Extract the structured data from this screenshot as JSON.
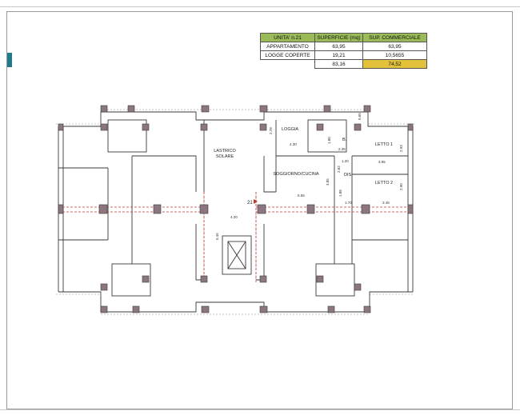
{
  "colors": {
    "header_fill": "#9bbb59",
    "highlight_fill": "#e2c23a",
    "accent_bar": "#1f7a8c",
    "pillar_fill": "#8c7680",
    "beam_red": "#c0392b",
    "wall_line": "#3a3a3a"
  },
  "table": {
    "headers": [
      "UNITA' n.21",
      "SUPERFICIE (mq)",
      "SUP. COMMERCIALE"
    ],
    "rows": [
      [
        "APPARTAMENTO",
        "63,95",
        "63,95"
      ],
      [
        "LOGGE COPERTE",
        "19,21",
        "10,5655"
      ],
      [
        "",
        "83,16",
        "74,52"
      ]
    ]
  },
  "plan": {
    "rooms": {
      "loggia": "LOGGIA",
      "lastrico": "LASTRICO",
      "solare": "SOLARE",
      "soggiorno": "SOGGIORNO/CUCINA",
      "letto1": "LETTO 1",
      "letto2": "LETTO 2",
      "bath": "B.",
      "dis": "DIS.",
      "unit_no": "21"
    },
    "dimensions": {
      "d_4_30": "4.30",
      "d_2_78": "2.78",
      "d_1_80": "1.80",
      "d_0_65": "0.65",
      "d_2_35": "2.35",
      "d_1_20": "1.20",
      "d_3_95": "3.95",
      "d_2_93": "2.93",
      "d_2_90": "2.90",
      "d_3_85": "3.85",
      "d_2_82": "2.82",
      "d_1_88": "1.88",
      "d_5_55": "5.55",
      "d_1_70": "1.70",
      "d_3_45": "3.45",
      "d_4_20": "4.20",
      "d_5_45": "5.45"
    }
  }
}
